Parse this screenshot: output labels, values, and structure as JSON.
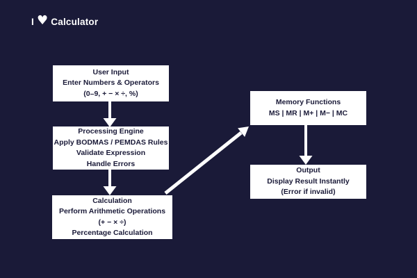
{
  "title": {
    "prefix": "I",
    "heart_icon": "♥",
    "text": "Calculator"
  },
  "colors": {
    "background": "#1a1a38",
    "node_background": "#ffffff",
    "node_text": "#1a1a38",
    "arrow": "#ffffff",
    "title_text": "#ffffff"
  },
  "flowchart": {
    "nodes": [
      {
        "id": "user-input",
        "lines": [
          "User Input",
          "Enter Numbers & Operators",
          "(0–9, + − × ÷, %)"
        ]
      },
      {
        "id": "processing-engine",
        "lines": [
          "Processing Engine",
          "Apply BODMAS / PEMDAS Rules",
          "Validate Expression",
          "Handle Errors"
        ]
      },
      {
        "id": "calculation",
        "lines": [
          "Calculation",
          "Perform Arithmetic Operations",
          "(+ − × ÷)",
          "Percentage Calculation"
        ]
      },
      {
        "id": "memory-functions",
        "lines": [
          "Memory Functions",
          "MS | MR | M+ | M− | MC"
        ]
      },
      {
        "id": "output",
        "lines": [
          "Output",
          "Display Result Instantly",
          "(Error if invalid)"
        ]
      }
    ],
    "edges": [
      {
        "from": "user-input",
        "to": "processing-engine",
        "direction": "down"
      },
      {
        "from": "processing-engine",
        "to": "calculation",
        "direction": "down"
      },
      {
        "from": "calculation",
        "to": "memory-functions",
        "direction": "diagonal-up-right"
      },
      {
        "from": "memory-functions",
        "to": "output",
        "direction": "down"
      }
    ]
  }
}
